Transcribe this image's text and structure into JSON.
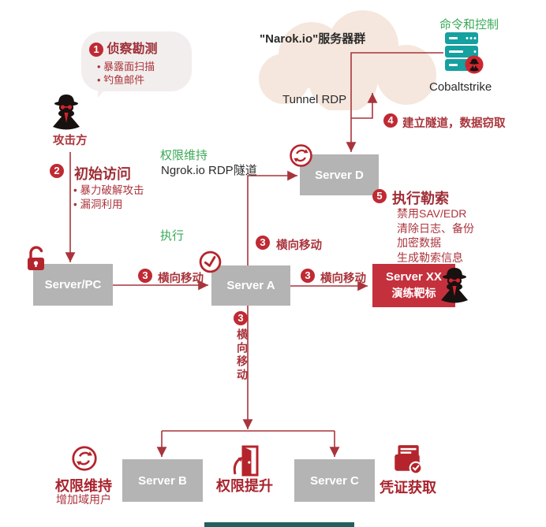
{
  "steps": {
    "recon": {
      "num": "1",
      "title": "侦察勘测",
      "items": [
        "暴露面扫描",
        "钓鱼邮件"
      ]
    },
    "initial_access": {
      "num": "2",
      "title": "初始访问",
      "items": [
        "暴力破解攻击",
        "漏洞利用"
      ]
    },
    "lateral": {
      "num": "3",
      "label": "横向移动"
    },
    "tunnel": {
      "num": "4",
      "label": "建立隧道，数据窃取"
    },
    "ransom": {
      "num": "5",
      "title": "执行勒索",
      "items": [
        "禁用SAV/EDR",
        "清除日志、备份",
        "加密数据",
        "生成勒索信息"
      ]
    }
  },
  "labels": {
    "attacker": "攻击方",
    "persistence_top": "权限维持",
    "ngrok": "Ngrok.io RDP隧道",
    "execution": "执行",
    "cloud_title": "\"Narok.io\"服务器群",
    "tunnel_rdp": "Tunnel RDP",
    "c2": "命令和控制",
    "cobaltstrike": "Cobaltstrike",
    "persistence_bottom": "权限维持",
    "add_domain_user": "增加域用户",
    "priv_esc": "权限提升",
    "cred_access": "凭证获取"
  },
  "nodes": {
    "server_pc": "Server/PC",
    "server_a": "Server A",
    "server_b": "Server B",
    "server_c": "Server C",
    "server_d": "Server D",
    "target_name": "Server XX",
    "target_sub": "演练靶标"
  },
  "colors": {
    "accent_red": "#a9343c",
    "badge_red": "#bf2a33",
    "target_red": "#c5303d",
    "node_gray": "#b4b4b4",
    "green": "#3aa957",
    "teal": "#16a0a0",
    "cloud_beige": "#f5e7dd"
  }
}
